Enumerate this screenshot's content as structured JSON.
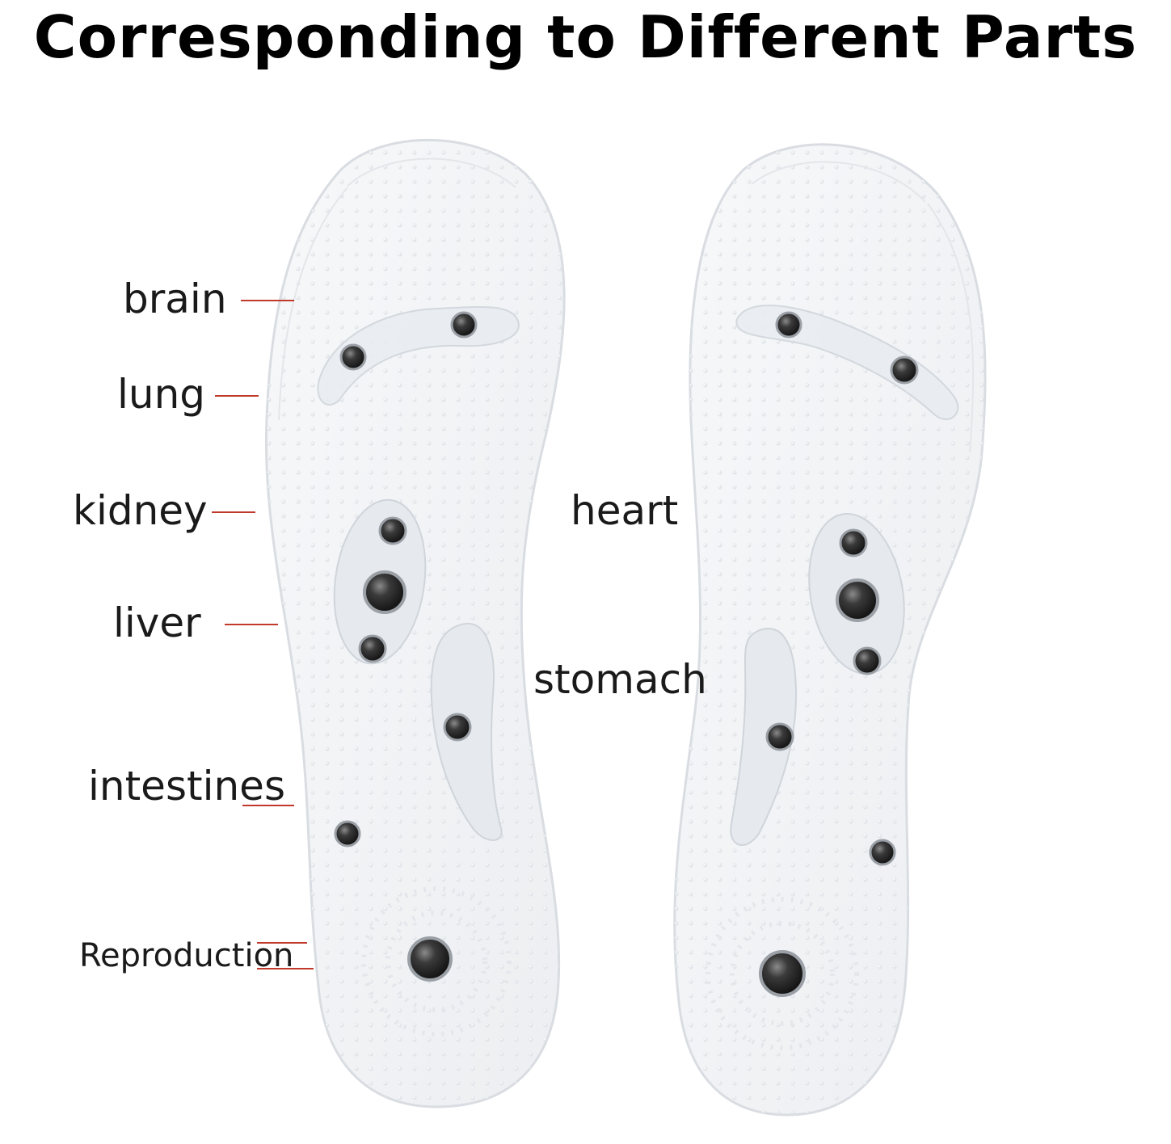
{
  "title": "Corresponding to Different Parts",
  "labels": {
    "brain": "brain",
    "lung": "lung",
    "kidney": "kidney",
    "liver": "liver",
    "intestines": "intestines",
    "reproduction": "Reproduction",
    "heart": "heart",
    "stomach": "stomach"
  },
  "colors": {
    "leader_line": "#c0392b",
    "magnet": "#2a2a2a",
    "insole_outline": "#d9dde2"
  }
}
